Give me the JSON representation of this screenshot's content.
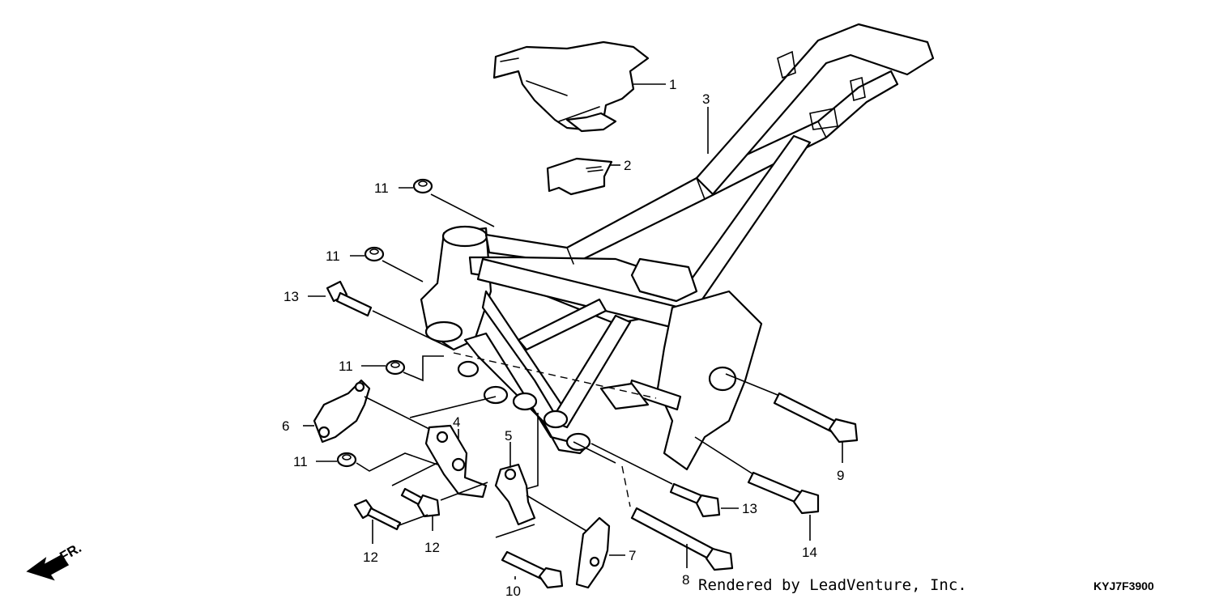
{
  "diagram": {
    "callouts": [
      {
        "id": "c1",
        "label": "1"
      },
      {
        "id": "c2",
        "label": "2"
      },
      {
        "id": "c3",
        "label": "3"
      },
      {
        "id": "c4",
        "label": "4"
      },
      {
        "id": "c5",
        "label": "5"
      },
      {
        "id": "c6",
        "label": "6"
      },
      {
        "id": "c7",
        "label": "7"
      },
      {
        "id": "c8",
        "label": "8"
      },
      {
        "id": "c9",
        "label": "9"
      },
      {
        "id": "c10",
        "label": "10"
      },
      {
        "id": "c11a",
        "label": "11"
      },
      {
        "id": "c11b",
        "label": "11"
      },
      {
        "id": "c11c",
        "label": "11"
      },
      {
        "id": "c11d",
        "label": "11"
      },
      {
        "id": "c12a",
        "label": "12"
      },
      {
        "id": "c12b",
        "label": "12"
      },
      {
        "id": "c13a",
        "label": "13"
      },
      {
        "id": "c13b",
        "label": "13"
      },
      {
        "id": "c14",
        "label": "14"
      }
    ],
    "direction_label": "FR.",
    "credit": "Rendered by LeadVenture, Inc.",
    "code": "KYJ7F3900"
  }
}
